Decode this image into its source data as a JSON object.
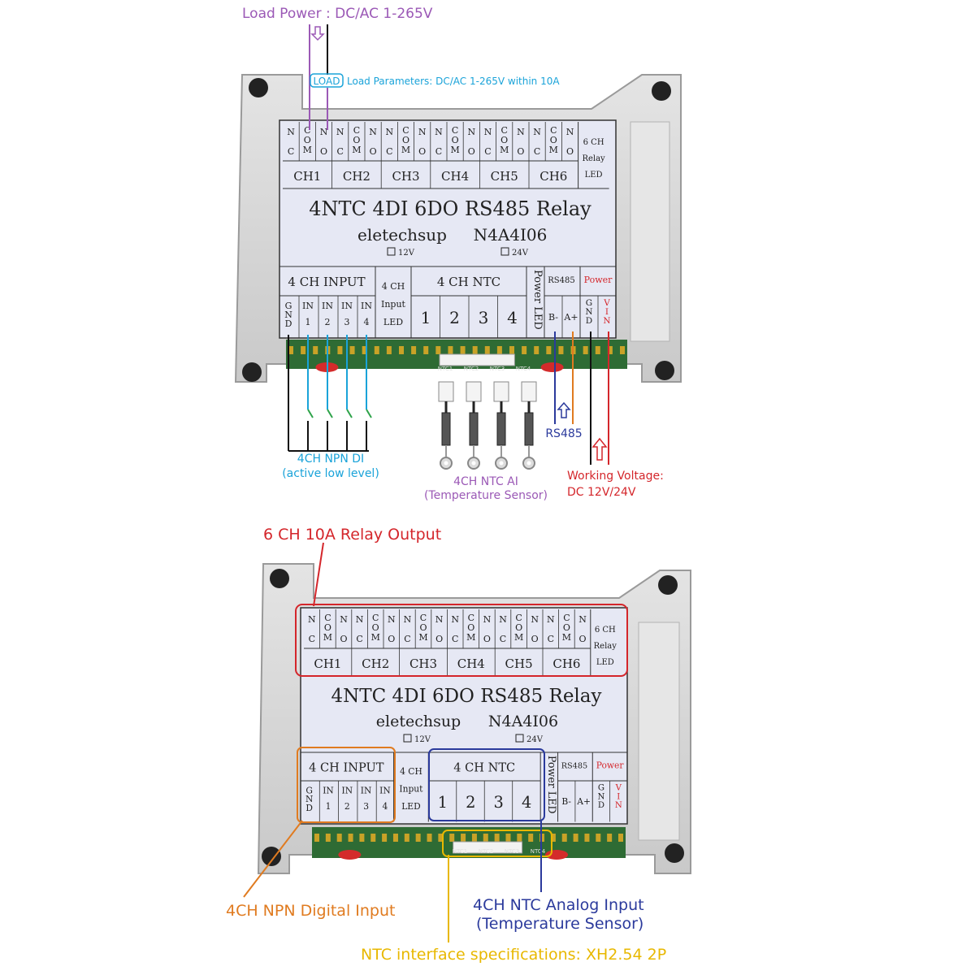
{
  "top": {
    "load_power": "Load Power : DC/AC 1-265V",
    "load_tag": "LOAD",
    "load_params": "Load Parameters: DC/AC 1-265V within 10A",
    "relay_terms": [
      "N C",
      "C O M",
      "N O",
      "N C",
      "C O M",
      "N O",
      "N C",
      "C O M",
      "N O",
      "N C",
      "C O M",
      "N O",
      "N C",
      "C O M",
      "N O",
      "N C",
      "C O M",
      "N O"
    ],
    "relay_channels": [
      "CH1",
      "CH2",
      "CH3",
      "CH4",
      "CH5",
      "CH6"
    ],
    "relay_led": [
      "6 CH",
      "Relay",
      "LED"
    ],
    "title": "4NTC 4DI 6DO RS485 Relay",
    "brand": "eletechsup",
    "model": "N4A4I06",
    "v12": "12V",
    "v24": "24V",
    "input_header": "4 CH INPUT",
    "input_terms": [
      "G N D",
      "IN 1",
      "IN 2",
      "IN 3",
      "IN 4"
    ],
    "input_led": [
      "4 CH",
      "Input",
      "LED"
    ],
    "ntc_header": "4 CH NTC",
    "ntc_nums": [
      "1",
      "2",
      "3",
      "4"
    ],
    "power_led": "Power LED",
    "rs485": "RS485",
    "rs485_terms": [
      "B-",
      "A+"
    ],
    "power": "Power",
    "power_terms": [
      "G N D",
      "V I N"
    ],
    "pcb_ntc_labels": [
      "NTC1",
      "NTC2",
      "NTC3",
      "NTC4"
    ],
    "di_label_1": "4CH NPN DI",
    "di_label_2": "(active low level)",
    "ntc_ai_1": "4CH NTC AI",
    "ntc_ai_2": "(Temperature Sensor)",
    "rs485_label": "RS485",
    "working_v_1": "Working Voltage:",
    "working_v_2": "DC 12V/24V"
  },
  "bottom": {
    "relay_output": "6 CH 10A Relay Output",
    "npn_input": "4CH NPN Digital Input",
    "ntc_analog_1": "4CH NTC Analog Input",
    "ntc_analog_2": "(Temperature Sensor)",
    "ntc_spec": "NTC interface specifications: XH2.54 2P"
  },
  "colors": {
    "purple": "#9b59b6",
    "cyan": "#1aa3d9",
    "red": "#d4262b",
    "orange": "#e07b20",
    "navy": "#2b3a9c",
    "yellow": "#e8b800",
    "case": "#dcdcdc",
    "label": "#e6e8f4"
  }
}
